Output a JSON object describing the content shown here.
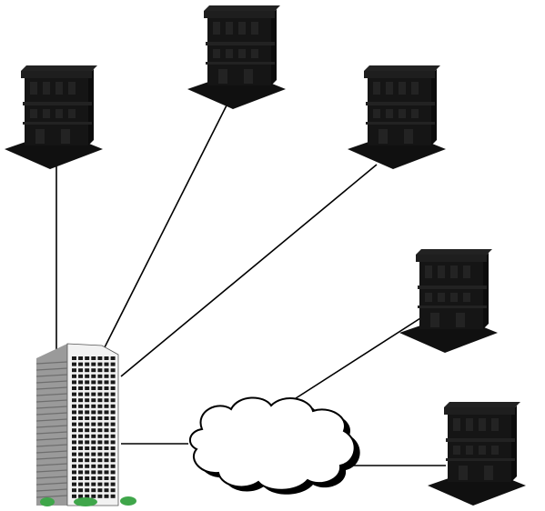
{
  "diagram": {
    "background": "#ffffff",
    "link_color": "#000000",
    "branch_building_color": "#151515",
    "headquarters": {
      "icon": "office-tower-icon",
      "tower_color": "#9a9a9a",
      "tower_shade": "#6e6e6e",
      "window_color": "#1a1a1a",
      "shrub_color": "#3fa64a"
    },
    "cloud": {
      "icon": "network-cloud-icon",
      "fill": "#ffffff",
      "outline": "#000000"
    },
    "branches": [
      {
        "id": "branch-1",
        "icon": "branch-office-building-icon",
        "link": "direct"
      },
      {
        "id": "branch-2",
        "icon": "branch-office-building-icon",
        "link": "direct"
      },
      {
        "id": "branch-3",
        "icon": "branch-office-building-icon",
        "link": "direct"
      },
      {
        "id": "branch-4",
        "icon": "branch-office-building-icon",
        "link": "via-cloud"
      },
      {
        "id": "branch-5",
        "icon": "branch-office-building-icon",
        "link": "via-cloud"
      }
    ]
  }
}
